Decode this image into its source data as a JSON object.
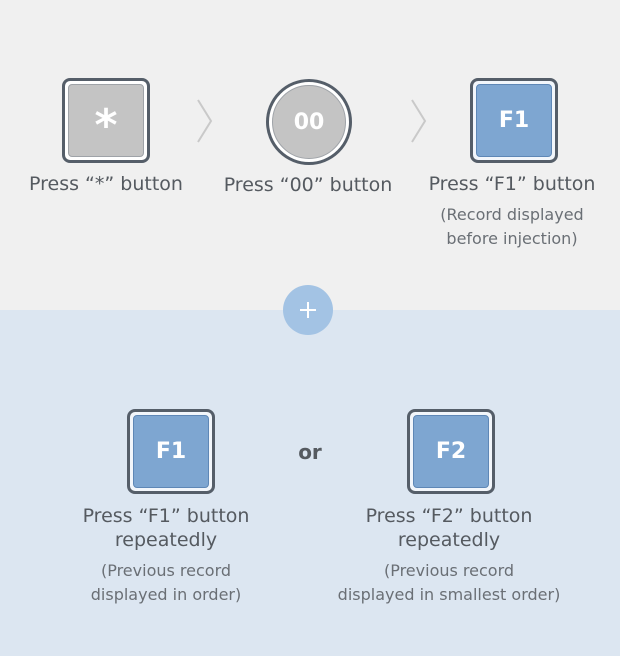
{
  "top_steps": [
    {
      "key": "*",
      "label": "Press “*” button"
    },
    {
      "key": "00",
      "label": "Press “00” button"
    },
    {
      "key": "F1",
      "label": "Press “F1” button",
      "note_lines": [
        "(Record displayed",
        "before injection)"
      ]
    }
  ],
  "separator_icon": "plus-icon",
  "arrow_icon": "chevron-right-icon",
  "bottom": {
    "or_text": "or",
    "options": [
      {
        "key": "F1",
        "label_lines": [
          "Press “F1” button",
          "repeatedly"
        ],
        "note_lines": [
          "(Previous record",
          "displayed in order)"
        ]
      },
      {
        "key": "F2",
        "label_lines": [
          "Press “F2” button",
          "repeatedly"
        ],
        "note_lines": [
          "(Previous record",
          "displayed in smallest order)"
        ]
      }
    ]
  },
  "colors": {
    "top_bg": "#f0f0f0",
    "bottom_bg": "#dce6f1",
    "gray_key": "#c4c4c4",
    "blue_key": "#7ea6d1",
    "key_border": "#555e69",
    "plus_circle": "#a3c3e4"
  }
}
